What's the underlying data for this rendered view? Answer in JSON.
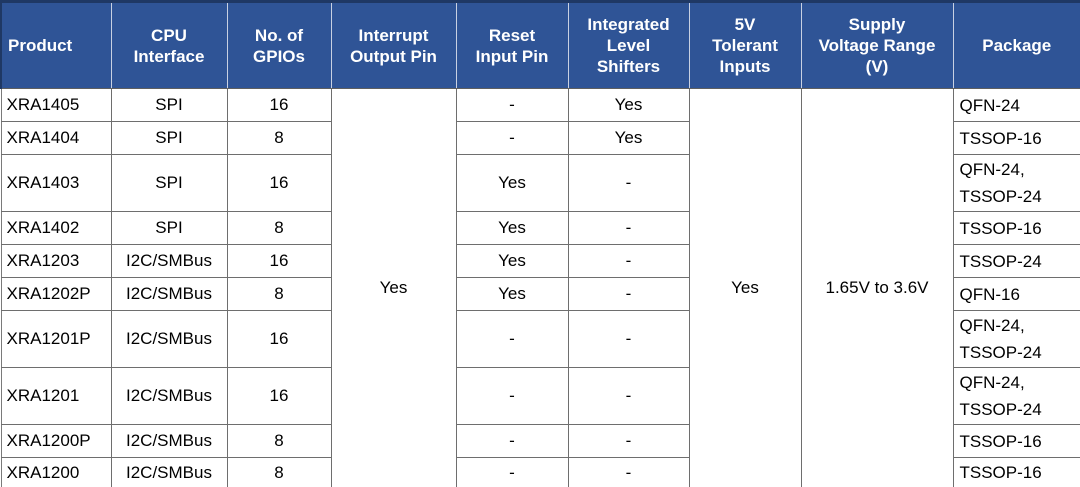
{
  "colors": {
    "header_bg": "#2F5496",
    "header_text": "#FFFFFF",
    "header_divider": "#C9D1E2",
    "outer_border_top": "#1F3864",
    "outer_border_bottom": "#1B2A4A",
    "grid_line": "#6E6E6E",
    "body_text": "#000000",
    "body_bg": "#FFFFFF"
  },
  "table": {
    "headers": [
      "Product",
      "CPU\nInterface",
      "No. of\nGPIOs",
      "Interrupt\nOutput Pin",
      "Reset\nInput Pin",
      "Integrated\nLevel\nShifters",
      "5V\nTolerant\nInputs",
      "Supply\nVoltage Range\n(V)",
      "Package"
    ],
    "merged_columns": {
      "interrupt_output_pin": "Yes",
      "five_v_tolerant_inputs": "Yes",
      "supply_voltage_range": "1.65V to 3.6V"
    },
    "rows": [
      {
        "product": "XRA1405",
        "cpu_interface": "SPI",
        "gpios": "16",
        "reset_input_pin": "-",
        "level_shifters": "Yes",
        "package": "QFN-24"
      },
      {
        "product": "XRA1404",
        "cpu_interface": "SPI",
        "gpios": "8",
        "reset_input_pin": "-",
        "level_shifters": "Yes",
        "package": "TSSOP-16"
      },
      {
        "product": "XRA1403",
        "cpu_interface": "SPI",
        "gpios": "16",
        "reset_input_pin": "Yes",
        "level_shifters": "-",
        "package": "QFN-24,\nTSSOP-24"
      },
      {
        "product": "XRA1402",
        "cpu_interface": "SPI",
        "gpios": "8",
        "reset_input_pin": "Yes",
        "level_shifters": "-",
        "package": "TSSOP-16"
      },
      {
        "product": "XRA1203",
        "cpu_interface": "I2C/SMBus",
        "gpios": "16",
        "reset_input_pin": "Yes",
        "level_shifters": "-",
        "package": "TSSOP-24"
      },
      {
        "product": "XRA1202P",
        "cpu_interface": "I2C/SMBus",
        "gpios": "8",
        "reset_input_pin": "Yes",
        "level_shifters": "-",
        "package": "QFN-16"
      },
      {
        "product": "XRA1201P",
        "cpu_interface": "I2C/SMBus",
        "gpios": "16",
        "reset_input_pin": "-",
        "level_shifters": "-",
        "package": "QFN-24,\nTSSOP-24"
      },
      {
        "product": "XRA1201",
        "cpu_interface": "I2C/SMBus",
        "gpios": "16",
        "reset_input_pin": "-",
        "level_shifters": "-",
        "package": "QFN-24,\nTSSOP-24"
      },
      {
        "product": "XRA1200P",
        "cpu_interface": "I2C/SMBus",
        "gpios": "8",
        "reset_input_pin": "-",
        "level_shifters": "-",
        "package": "TSSOP-16"
      },
      {
        "product": "XRA1200",
        "cpu_interface": "I2C/SMBus",
        "gpios": "8",
        "reset_input_pin": "-",
        "level_shifters": "-",
        "package": "TSSOP-16"
      }
    ]
  }
}
